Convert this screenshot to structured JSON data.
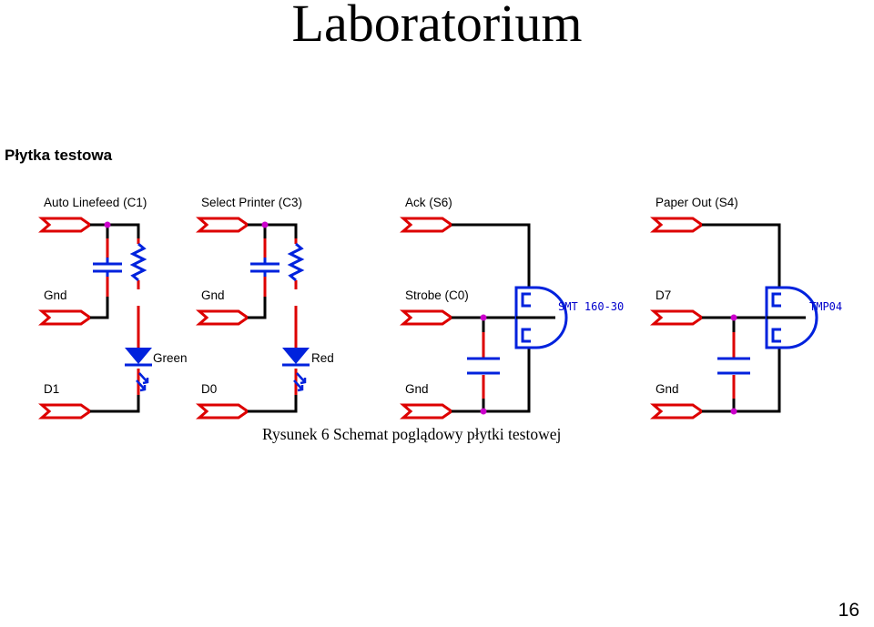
{
  "slide": {
    "title": "Laboratorium",
    "page_number": "16"
  },
  "figure": {
    "heading": "Płytka testowa",
    "caption": "Rysunek 6 Schemat poglądowy płytki testowej",
    "colors": {
      "wire": "#000000",
      "connector": "#dd0000",
      "component": "#0022dd",
      "junction": "#cc00cc"
    },
    "signals": {
      "auto_linefeed": "Auto Linefeed (C1)",
      "select_printer": "Select Printer (C3)",
      "ack": "Ack (S6)",
      "paper_out": "Paper Out (S4)",
      "gnd_1": "Gnd",
      "gnd_2": "Gnd",
      "strobe": "Strobe (C0)",
      "d7": "D7",
      "d1": "D1",
      "d0": "D0",
      "gnd_3": "Gnd",
      "gnd_4": "Gnd"
    },
    "components": {
      "led_green": "Green",
      "led_red": "Red",
      "sensor_1": "SMT 160-30",
      "sensor_2": "TMP04"
    }
  }
}
